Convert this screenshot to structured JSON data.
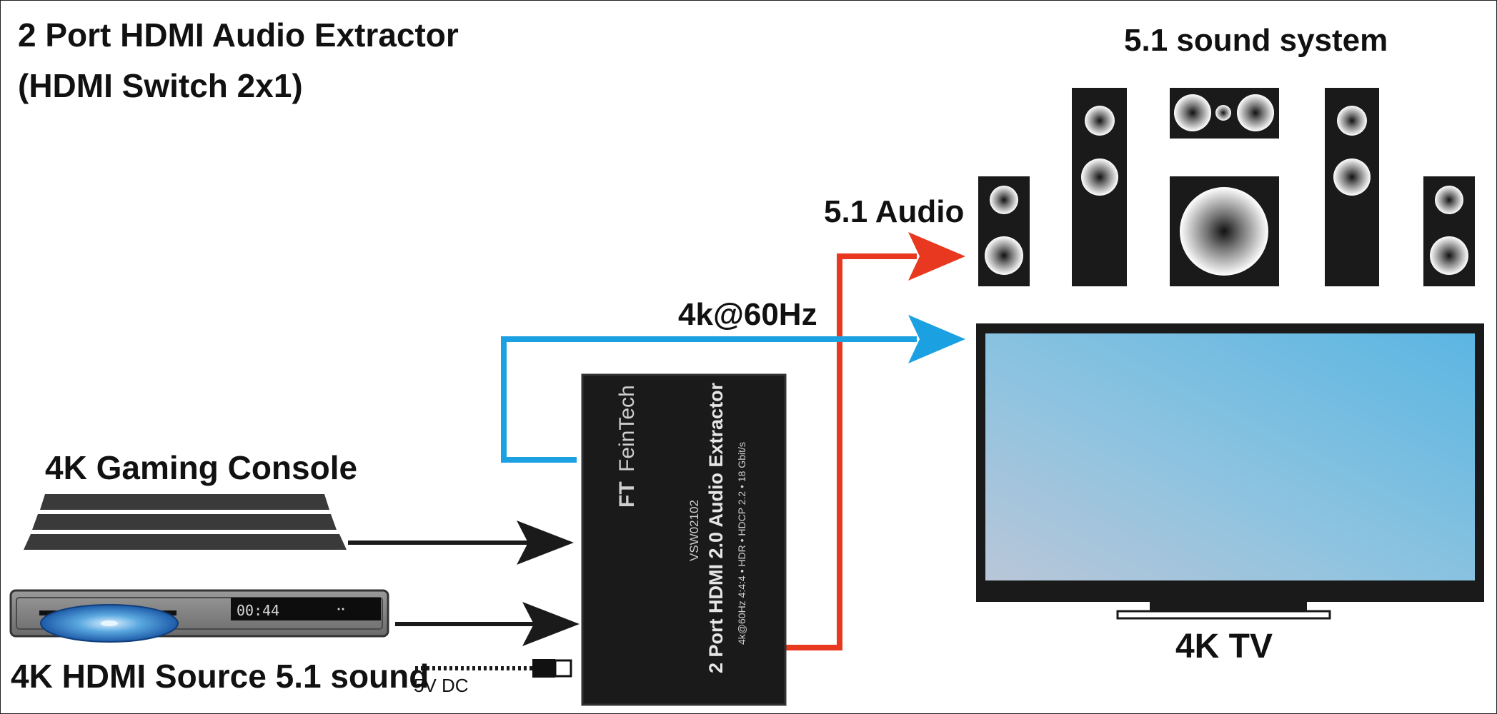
{
  "title": {
    "line1": "2 Port HDMI Audio Extractor",
    "line2": "(HDMI Switch 2x1)"
  },
  "labels": {
    "sound_system": "5.1 sound system",
    "audio": "5.1 Audio",
    "video": "4k@60Hz",
    "gaming": "4K Gaming Console",
    "source": "4K HDMI Source 5.1 sound",
    "tv": "4K TV",
    "power": "5V DC"
  },
  "device": {
    "logo_mark": "FT",
    "brand": "FeinTech",
    "model": "VSW02102",
    "name": "2 Port HDMI 2.0 Audio Extractor",
    "specs": "4k@60Hz  4:4:4  •  HDR  •  HDCP 2.2  •  18 Gbit/s"
  },
  "player": {
    "display": "00:44"
  },
  "colors": {
    "video_cable": "#1ba1e2",
    "audio_cable": "#e8381f",
    "device_body": "#1a1a1a",
    "speaker_box": "#1a1a1a",
    "tv_screen_top": "#6fbee0",
    "tv_screen_bottom": "#b8c7d8"
  }
}
